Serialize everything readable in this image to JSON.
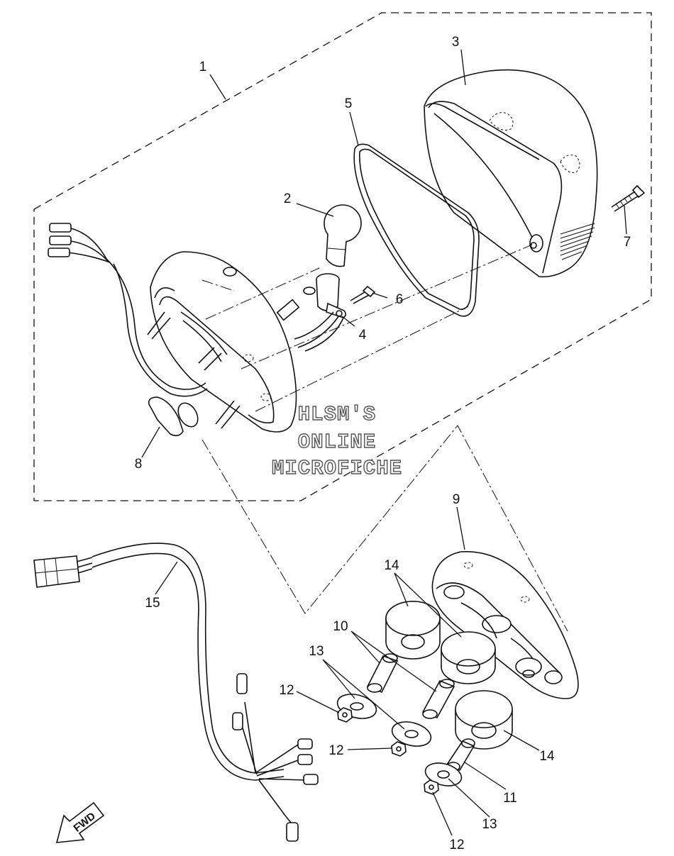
{
  "callouts": [
    {
      "id": "1",
      "text": "1"
    },
    {
      "id": "2",
      "text": "2"
    },
    {
      "id": "3",
      "text": "3"
    },
    {
      "id": "4",
      "text": "4"
    },
    {
      "id": "5",
      "text": "5"
    },
    {
      "id": "6",
      "text": "6"
    },
    {
      "id": "7",
      "text": "7"
    },
    {
      "id": "8",
      "text": "8"
    },
    {
      "id": "9",
      "text": "9"
    },
    {
      "id": "10",
      "text": "10"
    },
    {
      "id": "11",
      "text": "11"
    },
    {
      "id": "12a",
      "text": "12"
    },
    {
      "id": "12b",
      "text": "12"
    },
    {
      "id": "12c",
      "text": "12"
    },
    {
      "id": "13a",
      "text": "13"
    },
    {
      "id": "13b",
      "text": "13"
    },
    {
      "id": "14a",
      "text": "14"
    },
    {
      "id": "14b",
      "text": "14"
    },
    {
      "id": "15",
      "text": "15"
    }
  ],
  "watermark": {
    "line1": "HLSM'S",
    "line2": "ONLINE",
    "line3": "MICROFICHE"
  },
  "direction_arrow": {
    "label": "FWD",
    "icon": "fwd-arrow-icon"
  }
}
